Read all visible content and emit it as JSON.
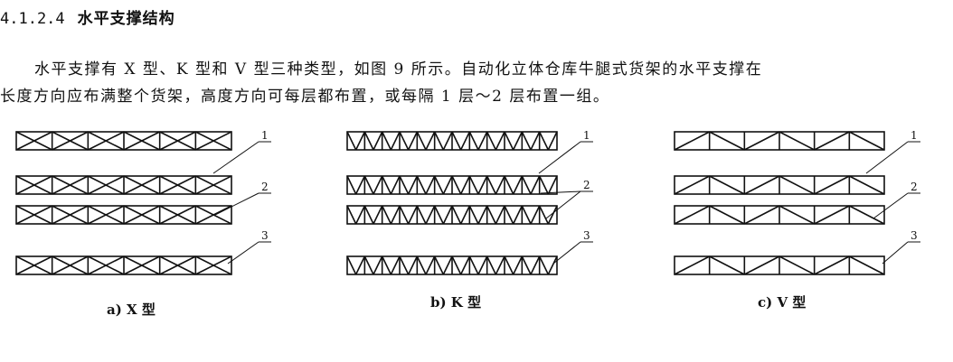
{
  "section": {
    "number": "4.1.2.4",
    "title": "水平支撑结构"
  },
  "paragraph": {
    "line1": "水平支撑有 X 型、K 型和 V 型三种类型，如图 9 所示。自动化立体仓库牛腿式货架的水平支撑在",
    "line2": "长度方向应布满整个货架，高度方向可每层都布置，或每隔 1 层～2 层布置一组。"
  },
  "figure": {
    "callouts": [
      "1",
      "2",
      "3"
    ],
    "panels": [
      {
        "id": "a",
        "caption": "a)  X 型",
        "pattern": "X"
      },
      {
        "id": "b",
        "caption": "b)  K 型",
        "pattern": "K"
      },
      {
        "id": "c",
        "caption": "c)  V 型",
        "pattern": "V"
      }
    ]
  }
}
